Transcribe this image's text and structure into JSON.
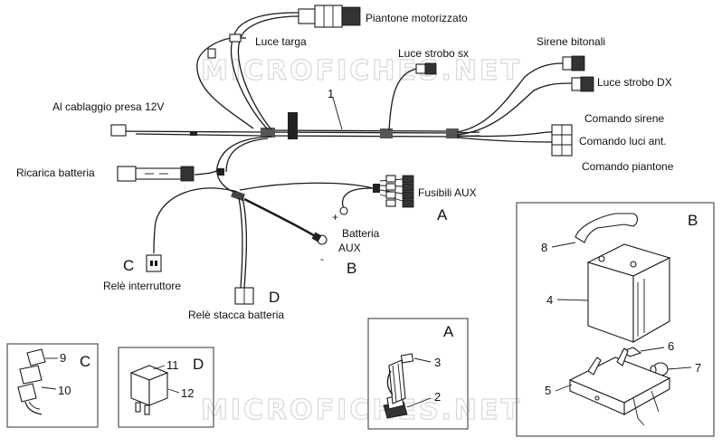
{
  "watermark": "MICROFICHES.NET",
  "labels": {
    "piantone_motorizzato": "Piantone motorizzato",
    "luce_targa": "Luce targa",
    "luce_strobo_sx": "Luce strobo sx",
    "sirene_bitonali": "Sirene bitonali",
    "luce_strobo_dx": "Luce strobo DX",
    "cablaggio_presa": "Al cablaggio presa 12V",
    "comando_sirene": "Comando sirene",
    "comando_luci": "Comando luci ant.",
    "comando_piantone": "Comando piantone",
    "ricarica_batteria": "Ricarica batteria",
    "fusibili_aux": "Fusibili AUX",
    "batteria": "Batteria",
    "aux": "AUX",
    "plus": "+",
    "minus": "-",
    "rele_interruttore": "Relè interruttore",
    "rele_stacca": "Relè stacca batteria",
    "ref_1": "1",
    "ref_A": "A",
    "ref_B": "B",
    "ref_C": "C",
    "ref_D": "D"
  },
  "inset_A": {
    "letter": "A",
    "parts": [
      "3",
      "2"
    ]
  },
  "inset_B": {
    "letter": "B",
    "parts": [
      "8",
      "4",
      "6",
      "7",
      "5"
    ]
  },
  "inset_C": {
    "letter": "C",
    "parts": [
      "9",
      "10"
    ]
  },
  "inset_D": {
    "letter": "D",
    "parts": [
      "11",
      "12"
    ]
  }
}
